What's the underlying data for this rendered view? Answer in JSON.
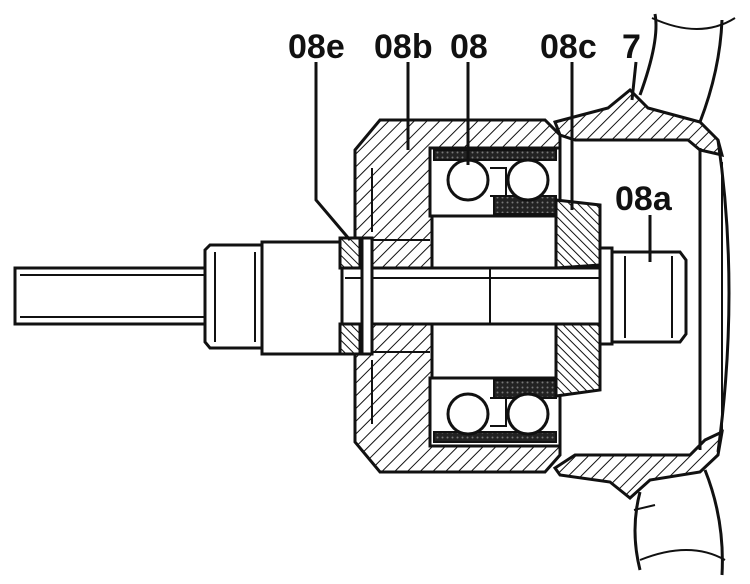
{
  "labels": {
    "l08e": "08e",
    "l08b": "08b",
    "l08": "08",
    "l08c": "08c",
    "l7": "7",
    "l08a": "08a"
  },
  "colors": {
    "ink": "#111111",
    "paper": "#ffffff",
    "bearing_shade": "#2a2a2a"
  }
}
